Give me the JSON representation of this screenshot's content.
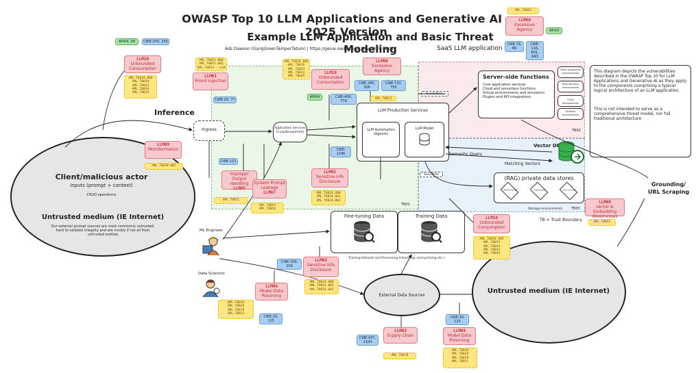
{
  "title": {
    "main": "OWASP Top 10 LLM Applications and Generative AI - 2025 Version",
    "sub": "Example LLM Application and Basic Threat Modeling",
    "meta": "Ads Dawson (GangGreenTemperTatum) | https://genai.owasp.org/ Nov 2025 - v.01",
    "saas": "SaaS LLM application"
  },
  "description": {
    "p1": "This diagram depicts the vulnerabilities described in the OWASP Top 10 for LLM Applications and Generative AI as they apply to the components comprising a typical logical architecture of an LLM application.",
    "p2": "This is not intended to serve as a comprehensive threat model, nor full traditional architecture"
  },
  "nodes": {
    "inference": "Inference",
    "ingress": "Ingress",
    "app_services": "Application Services (Corp/BrownField)",
    "prod_services": "LLM Production Services",
    "automation": "LLM Automation (Agents)",
    "model": "LLM Model",
    "server_side": "Server-side functions",
    "server_list": [
      "Core application services",
      "Cloud and serverless functions",
      "Virtual environments and emulators",
      "Plugins and API integrations"
    ],
    "tb02_items": [
      "Other production environments",
      "Multi-tenancy environments",
      "CI/CD environments",
      "Artifacts environments"
    ],
    "tb02": "TB02",
    "tb01": "TB01",
    "tb03": "TB03",
    "tb_legend": "TB = Trust Boundary",
    "vector_db": "Vector DB",
    "semantic_query": "Semantic Query",
    "matching_vectors": "Matching Vectors",
    "rag": "(RAG) private data stores",
    "rag_items": [
      "Embed-dings",
      "Data-bases",
      "Docum-ents"
    ],
    "storage_env": "Storage environments",
    "read_write": "Read/Write",
    "events": "Events/Store",
    "finetune": "Fine-tuning Data",
    "training": "Training Data",
    "training_caption": "Training Dataset and Processing (cleansing, anonymizing etc.)",
    "external": "External Data Sources",
    "grounding": "Grounding/ URL Scraping",
    "ml_engineer": "ML Engineer",
    "data_scientist": "Data Scientist"
  },
  "clouds": {
    "left_title": "Client/malicious actor",
    "left_sub": "inputs (prompt + context)",
    "left_crud": "CRUD operations",
    "left_untrusted": "Untrusted medium (IE Internet)",
    "left_note": "Our external prompt sources are most commonly untrusted, hard to validate integrity and are mostly if not all from untrusted entities",
    "right_untrusted": "Untrusted medium (IE Internet)"
  },
  "threats": {
    "llm10_a": {
      "code": "LLM10",
      "name": "Unbounded Consumption"
    },
    "llm01": {
      "code": "LLM01",
      "name": "Promt Injection"
    },
    "llm10_b": {
      "code": "LLM10",
      "name": "Unbounded Consumption"
    },
    "llm06_a": {
      "code": "LLM06",
      "name": "Excessive Agency"
    },
    "llm06_b": {
      "code": "LLM06",
      "name": "Excessive Agency"
    },
    "llm09": {
      "code": "LLM09",
      "name": "Misinformation"
    },
    "llm05": {
      "code": "LLM05",
      "name": "Improper Output Handling"
    },
    "llm07": {
      "code": "LLM07",
      "name": "System Prompt Leakage"
    },
    "llm02_a": {
      "code": "LLM02",
      "name": "Sensitive Info Disclosure"
    },
    "llm02_b": {
      "code": "LLM02",
      "name": "Sensitive Info Disclosure"
    },
    "llm10_c": {
      "code": "LLM10",
      "name": "Unbounded Consumption"
    },
    "llm08": {
      "code": "LLM08",
      "name": "Vector & Embedding Weaknesses"
    },
    "llm04_a": {
      "code": "LLM04",
      "name": "Model Data Poisoning"
    },
    "llm04_b": {
      "code": "LLM04",
      "name": "Model Data Poisoning"
    },
    "llm03": {
      "code": "LLM03",
      "name": "Supply Chain"
    }
  },
  "tags": {
    "api04_08": "API04, 08",
    "cwe200_255": "CWE-200, 255",
    "api10": "API10",
    "cwe79_89": "CWE-79, 89",
    "cwe116_601": "CWE-116, 601, 643",
    "cwe20_77": "CWE-20, 77",
    "api04": "API04",
    "cwe400_770": "CWE-400, 770",
    "cwe285_306": "CWE-285, 306",
    "cwe732_755": "CWE-732, 755",
    "cwe1246": "CWE-1246",
    "cwe113": "CWE-113",
    "cwe200_209": "CWE-200, 209",
    "cwe20_125_a": "CWE-20, 125",
    "cwe20_125_b": "CWE-20, 125",
    "cwe937_1104": "CWE-937, 1104"
  },
  "atlas": {
    "a1": "AML.T0034.000 AML.T0029 AML.T0034 AML.T0034 AML.T0029",
    "a2": "AML.T0051.000 AML.T0051.001 AML.T0054 - LLM",
    "a3": "AML.T0034.000 AML.T0029 AML.T0034 AML.T0034 AML.T0029",
    "a4": "AML.T0053",
    "a5": "AML.T0053",
    "a6": "AML.T0048.002",
    "a7": "AML.T0051",
    "a8": "AML.T0053 AML.T0056",
    "a9": "AML.T0024.000 AML.T0024.001 AML.T0024.002",
    "a10": "AML.T0034.000 AML.T0029 AML.T0034 AML.T0034 AML.T0029",
    "a11": "AML.T0024.000 AML.T0024.001 AML.T0024.002",
    "a12": "AML.T0018 AML.T0020 AML.T0019 AML.T0031",
    "a13": "AML.T0018 AML.T0020 AML.T0019 AML.T0031",
    "a14": "AML.T0010",
    "a15": "AML.T0054"
  }
}
